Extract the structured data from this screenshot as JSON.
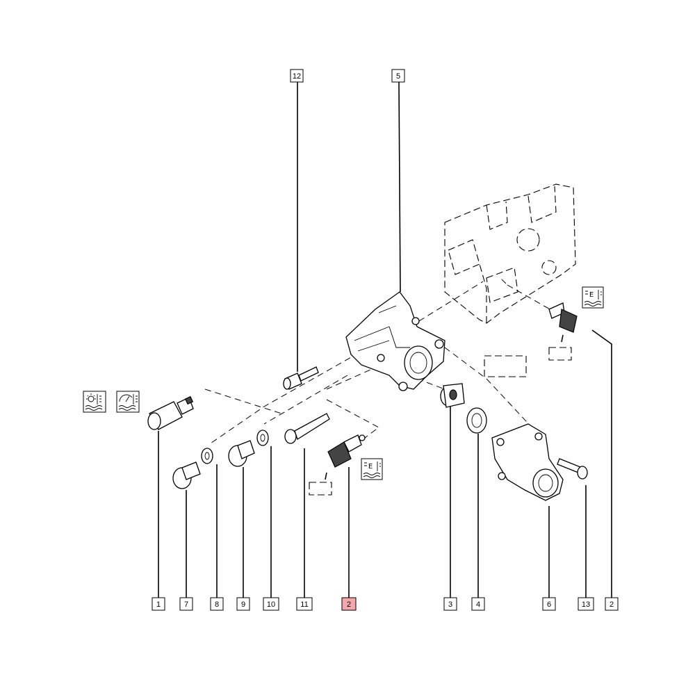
{
  "labels": {
    "l1": "1",
    "l2_right": "2",
    "l2_highlight": "2",
    "l3": "3",
    "l4": "4",
    "l5": "5",
    "l6": "6",
    "l7": "7",
    "l8": "8",
    "l9": "9",
    "l10": "10",
    "l11": "11",
    "l12": "12",
    "l13": "13"
  },
  "icons": {
    "light_temp": "light-temperature-icon",
    "gauge_temp": "gauge-temperature-icon",
    "e_temp_left": "E",
    "e_temp_right": "E"
  },
  "colors": {
    "highlight": "#f4a6ad",
    "ink": "#000000",
    "background": "#ffffff"
  }
}
